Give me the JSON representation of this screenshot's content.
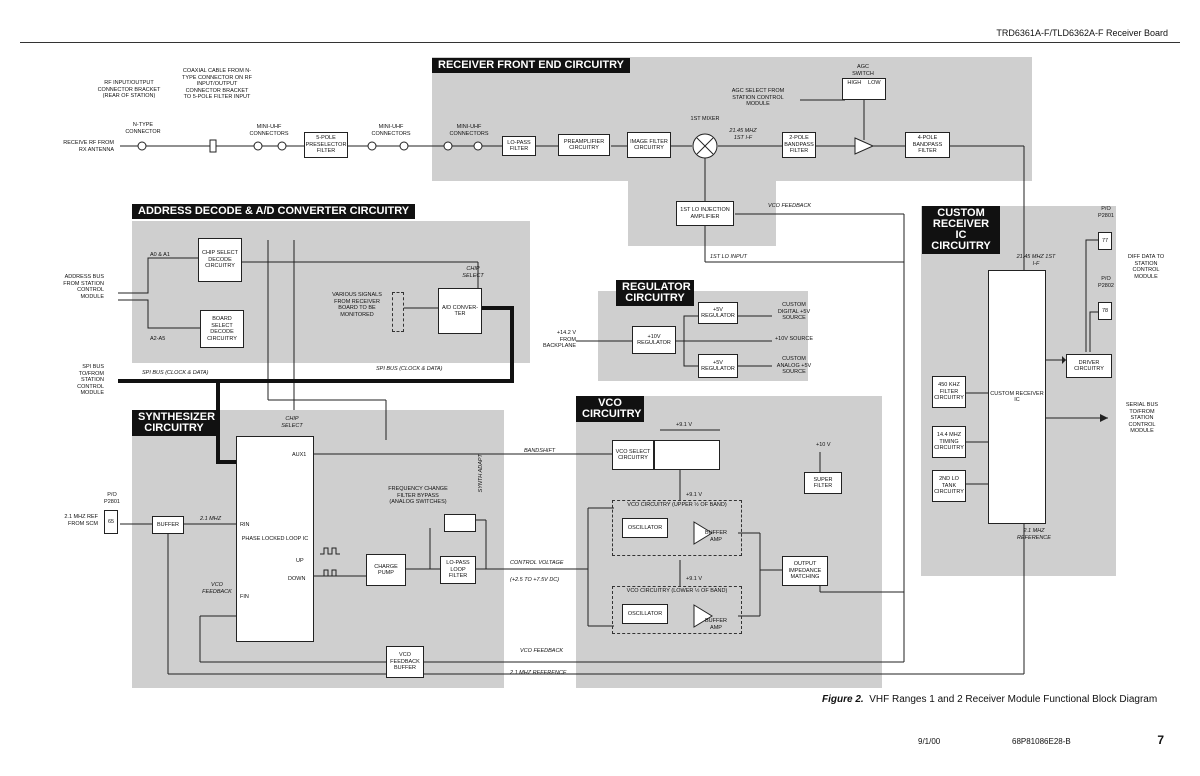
{
  "header": {
    "title": "TRD6361A-F/TLD6362A-F Receiver Board"
  },
  "sections": {
    "front_end": "RECEIVER FRONT END CIRCUITRY",
    "address": "ADDRESS DECODE & A/D CONVERTER CIRCUITRY",
    "regulator": "REGULATOR CIRCUITRY",
    "custom_ic": "CUSTOM RECEIVER IC CIRCUITRY",
    "synth": "SYNTHESIZER CIRCUITRY",
    "vco": "VCO CIRCUITRY"
  },
  "blocks": {
    "preselector": "5-POLE PRESELECTOR FILTER",
    "lopass": "LO-PASS FILTER",
    "preamp": "PREAMPLIFIER CIRCUITRY",
    "image": "IMAGE FILTER CIRCUITRY",
    "bandpass2": "2-POLE BANDPASS FILTER",
    "bandpass4": "4-POLE BANDPASS FILTER",
    "lo_inj": "1ST LO INJECTION AMPLIFIER",
    "chip_select": "CHIP SELECT DECODE CIRCUITRY",
    "board_select": "BOARD SELECT DECODE CIRCUITRY",
    "adc": "A/D CONVER-TER",
    "reg10": "+10V REGULATOR",
    "reg5a": "+5V REGULATOR",
    "reg5b": "+5V REGULATOR",
    "custom_ic": "CUSTOM RECEIVER IC",
    "driver": "DRIVER CIRCUITRY",
    "filt450": "450 KHZ FILTER CIRCUITRY",
    "timing": "14.4 MHZ TIMING CIRCUITRY",
    "tank": "2ND LO TANK CIRCUITRY",
    "buffer": "BUFFER",
    "pll": "PHASE LOCKED LOOP IC",
    "charge_pump": "CHARGE PUMP",
    "loop_filter": "LO-PASS LOOP FILTER",
    "vco_fb_buffer": "VCO FEEDBACK BUFFER",
    "vco_select": "VCO SELECT CIRCUITRY",
    "super_filter": "SUPER FILTER",
    "osc_upper": "OSCILLATOR",
    "osc_lower": "OSCILLATOR",
    "output_match": "OUTPUT IMPEDANCE MATCHING",
    "vco_upper": "VCO CIRCUITRY (UPPER ½ OF BAND)",
    "vco_lower": "VCO CIRCUITRY (LOWER ½ OF BAND)",
    "buffer_amp": "BUFFER AMP",
    "mixer": "1ST MIXER"
  },
  "labels": {
    "rf_bracket": "RF INPUT/OUTPUT CONNECTOR BRACKET (REAR OF STATION)",
    "coax": "COAXIAL CABLE FROM N-TYPE CONNECTOR ON RF INPUT/OUTPUT CONNECTOR BRACKET TO 5-POLE FILTER INPUT",
    "ntype": "N-TYPE CONNECTOR",
    "mini1": "MINI-UHF CONNECTORS",
    "mini2": "MINI-UHF CONNECTORS",
    "mini3": "MINI-UHF CONNECTORS",
    "receive_rf": "RECEIVE RF FROM RX ANTENNA",
    "agc_switch": "AGC SWITCH",
    "high": "HIGH",
    "low": "LOW",
    "agc_select": "AGC SELECT FROM STATION CONTROL MODULE",
    "if1": "21.45 MHZ 1ST I-F",
    "vco_feedback": "VCO FEEDBACK",
    "lo_input": "1ST LO INPUT",
    "a0a1": "A0 & A1",
    "a2a5": "A2-A5",
    "address_bus": "ADDRESS BUS FROM STATION CONTROL MODULE",
    "chip_select": "CHIP SELECT",
    "various": "VARIOUS SIGNALS FROM RECEIVER BOARD TO BE MONITORED",
    "spi_bus": "SPI BUS TO/FROM STATION CONTROL MODULE",
    "spi_clock": "SPI BUS (CLOCK & DATA)",
    "spi_clock2": "SPI BUS (CLOCK & DATA)",
    "v14": "+14.2 V FROM BACKPLANE",
    "custom_digital": "CUSTOM DIGITAL +5V SOURCE",
    "v10_source": "+10V SOURCE",
    "custom_analog": "CUSTOM ANALOG +5V SOURCE",
    "po_p2801_top": "P/O P2801",
    "po_p2802": "P/O P2802",
    "pin77": "77",
    "pin78": "78",
    "diff_data": "DIFF DATA TO STATION CONTROL MODULE",
    "if2": "21.45 MHZ 1ST I-F",
    "serial_bus": "SERIAL BUS TO/FROM STATION CONTROL MODULE",
    "ref21": "2.1 MHZ REFERENCE",
    "chip_select2": "CHIP SELECT",
    "aux1": "AUX1",
    "bandshift": "BANDSHIFT",
    "freq_change": "FREQUENCY CHANGE FILTER BYPASS (ANALOG SWITCHES)",
    "synth_adapt": "SYNTH ADAPT",
    "po_p2801": "P/O P2801",
    "pin65": "65",
    "ref_in": "2.1 MHZ REF FROM SCM",
    "mhz21": "2.1 MHZ",
    "rin": "RIN",
    "fin": "FIN",
    "up": "UP",
    "down": "DOWN",
    "vco_feedback2": "VCO FEEDBACK",
    "control_voltage": "CONTROL VOLTAGE",
    "cv_range": "(+2.5 TO +7.5V DC)",
    "v91a": "+9.1 V",
    "v91b": "+9.1 V",
    "v91c": "+9.1 V",
    "v10": "+10 V",
    "vco_feedback3": "VCO FEEDBACK",
    "ref21b": "2.1 MHZ REFERENCE"
  },
  "caption": {
    "figure": "Figure 2.",
    "text": "VHF Ranges 1 and 2 Receiver Module Functional Block Diagram"
  },
  "footer": {
    "date": "9/1/00",
    "doc": "68P81086E28-B",
    "page": "7"
  }
}
